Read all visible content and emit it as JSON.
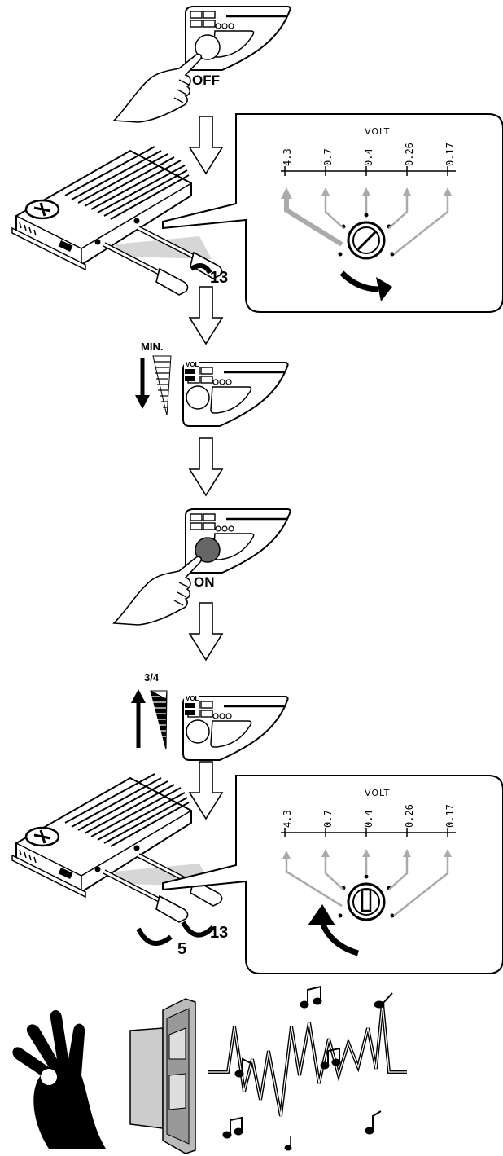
{
  "steps": {
    "off_label": "OFF",
    "on_label": "ON",
    "min_label": "MIN.",
    "three_quarter_label": "3/4",
    "vol_label": "VOL",
    "screw_left_label": "5",
    "screw_right_label": "13"
  },
  "volt_panel": {
    "title": "VOLT",
    "ticks": [
      "4.3",
      "0.7",
      "0.4",
      "0.26",
      "0.17"
    ]
  },
  "colors": {
    "ink": "#000000",
    "knob_pressed": "#666666",
    "arrow_gray": "#aaaaaa",
    "beam_gray": "#cccccc"
  },
  "icons": [
    "hand-press-icon",
    "down-arrow-icon",
    "amplifier-icon",
    "screwdriver-icon",
    "volume-bar-icon",
    "speaker-icon",
    "ok-hand-icon",
    "music-note-icon",
    "sound-wave-icon"
  ]
}
